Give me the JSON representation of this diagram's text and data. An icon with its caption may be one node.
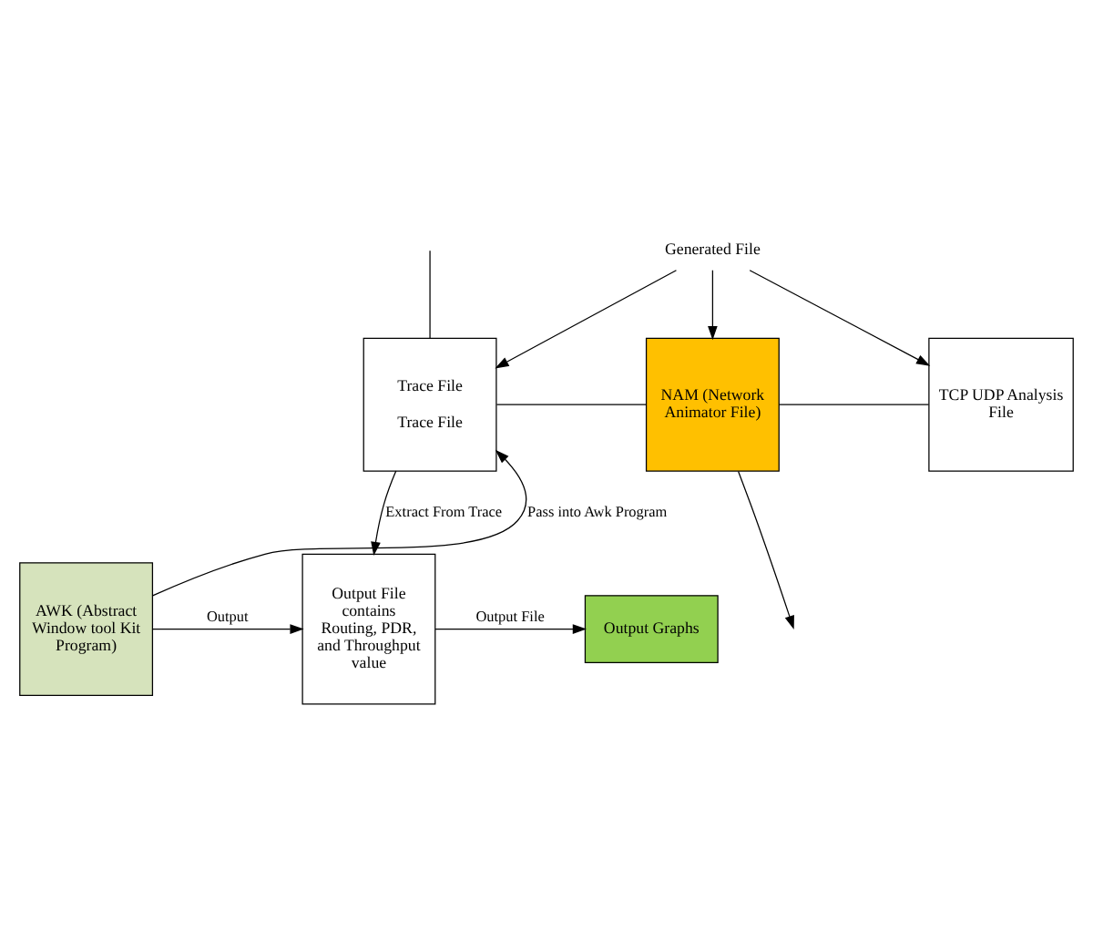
{
  "diagram": {
    "nodes": [
      {
        "text": [
          "Generated File"
        ]
      },
      {
        "text": [
          "Trace File",
          "Trace File"
        ]
      },
      {
        "text": [
          "NAM (Network Animator File)"
        ]
      },
      {
        "text": [
          "TCP UDP Analysis File"
        ]
      },
      {
        "text": [
          "AWK (Abstract Window tool Kit Program)"
        ]
      },
      {
        "text": [
          "Output File contains Routing, PDR, and Throughput value"
        ]
      },
      {
        "text": [
          "Output Graphs"
        ]
      }
    ],
    "edges": [
      {
        "from": 0,
        "to": 1,
        "arrow": "to"
      },
      {
        "from": 0,
        "to": 2,
        "arrow": "to"
      },
      {
        "from": 0,
        "to": 3,
        "arrow": "to"
      },
      {
        "from": null,
        "to": 1,
        "arrow": "none"
      },
      {
        "from": 1,
        "to": 2,
        "arrow": "none"
      },
      {
        "from": 2,
        "to": 3,
        "arrow": "none"
      },
      {
        "from": 2,
        "to": null,
        "arrow": "to"
      },
      {
        "from": 1,
        "to": 5,
        "label": "Extract From Trace",
        "arrow": "to"
      },
      {
        "from": 4,
        "to": 1,
        "label": "Pass into Awk Program",
        "arrow": "to"
      },
      {
        "from": 4,
        "to": 5,
        "label": "Output",
        "arrow": "to"
      },
      {
        "from": 5,
        "to": 6,
        "label": "Output File",
        "arrow": "to"
      }
    ]
  }
}
